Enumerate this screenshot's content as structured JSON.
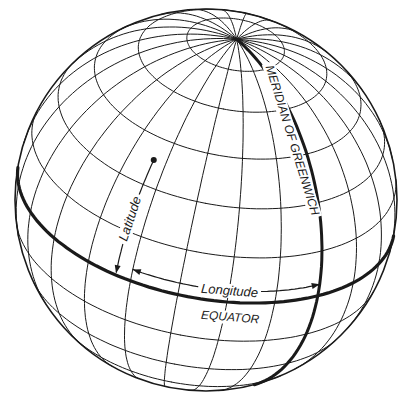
{
  "diagram": {
    "labels": [
      "MERIDIAN OF GREENWICH",
      "Latitude",
      "Longitude",
      "EQUATOR"
    ]
  }
}
